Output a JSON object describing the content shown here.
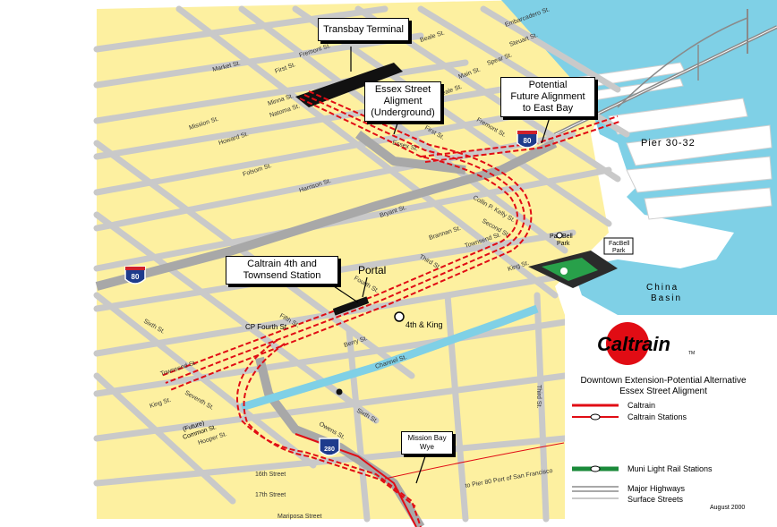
{
  "colors": {
    "land": "#fdf0a0",
    "water": "#7fd0e6",
    "street": "#c9c9c9",
    "caltrain": "#e10c14",
    "muni": "#1a8a3a",
    "highway_shield": "#1e3b8c"
  },
  "callouts": {
    "transbay": "Transbay Terminal",
    "essex": [
      "Essex Street",
      "Aligment",
      "(Underground)"
    ],
    "eastbay": [
      "Potential",
      "Future Alignment",
      "to East Bay"
    ],
    "caltrain4th": [
      "Caltrain 4th and",
      "Townsend Station"
    ],
    "mission_bay_wye": [
      "Mission Bay",
      "Wye"
    ]
  },
  "places": {
    "portal": "Portal",
    "fourth_king": "4th & King",
    "cp_fourth": "CP Fourth St.",
    "future_common": [
      "(Future)",
      "Common St."
    ],
    "pier": "Pier 30-32",
    "pac_bell_park": [
      "Pac Bell",
      "Park"
    ],
    "facbell_park": [
      "FacBell",
      "Park"
    ],
    "china_basin": [
      "China",
      "Basin"
    ],
    "pier80": "to Pier 80 Port of San Francisco"
  },
  "highway_numbers": [
    "80",
    "80",
    "280"
  ],
  "streets": {
    "market": "Market St.",
    "first": "First St.",
    "fremont": "Fremont St.",
    "beale": "Beale St.",
    "embarcadero": "Embarcadero St.",
    "steuart": "Steuart St.",
    "spear": "Spear St.",
    "main": "Main St.",
    "minna": "Minna St.",
    "natoma": "Natoma St.",
    "mission": "Mission St.",
    "howard": "Howard St.",
    "folsom": "Folsom St.",
    "harrison": "Harrison St.",
    "bryant": "Bryant St.",
    "brannan": "Brannan St.",
    "essex": "Essex St.",
    "first2": "First St.",
    "fremont2": "Fremont St.",
    "collin": "Collin P. Kelly St.",
    "second": "Second St.",
    "townsend": "Townsend St.",
    "third": "Third St.",
    "king": "King St.",
    "fourth": "Fourth St.",
    "fifth": "Fifth St.",
    "sixth": "Sixth St.",
    "townsend2": "Townsend St.",
    "seventh": "Seventh St.",
    "king2": "King St.",
    "hooper": "Hooper St.",
    "berry": "Berry St.",
    "channel": "Channel St.",
    "sixth2": "Sixth St.",
    "owens": "Owens St.",
    "third2": "Third St.",
    "s16th": "16th Street",
    "s17th": "17th Street",
    "mariposa": "Mariposa Street"
  },
  "legend": {
    "logo": "Caltrain",
    "tm": "TM",
    "title": "Downtown Extension-Potential Alternative",
    "subtitle": "Essex Street Aligment",
    "items": [
      "Caltrain",
      "Caltrain Stations",
      "Muni Light Rail Stations",
      "Major Highways",
      "Surface Streets"
    ],
    "date": "August 2000"
  }
}
